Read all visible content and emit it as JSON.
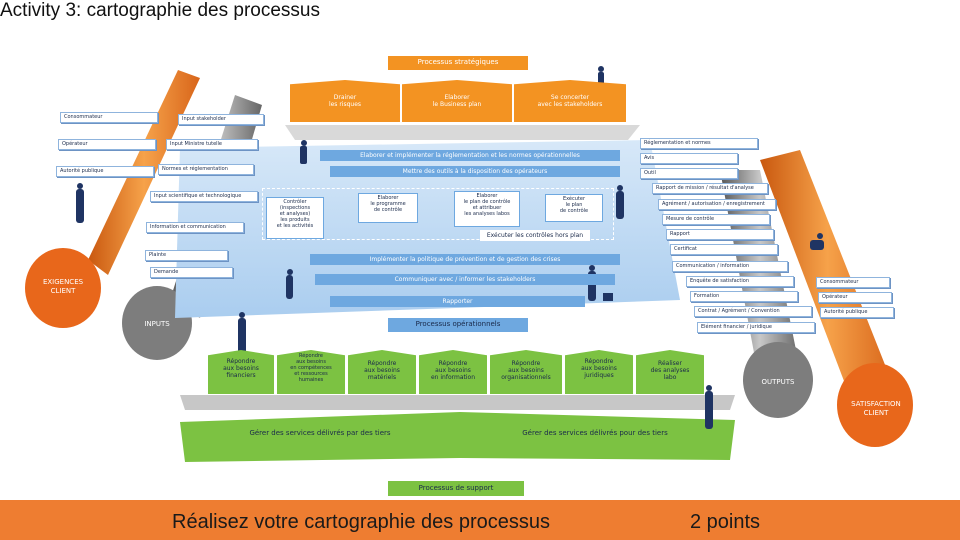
{
  "title": "Activity 3: cartographie des processus",
  "strategic": {
    "header": "Processus stratégiques",
    "items": [
      "Drainer\nles risques",
      "Elaborer\nle Business plan",
      "Se concerter\navec les stakeholders"
    ]
  },
  "inputs_left": [
    "Consommateur",
    "Opérateur",
    "Autorité publique"
  ],
  "inputs_mid": [
    "Input stakeholder",
    "Input Ministre tutelle",
    "Normes et réglementation",
    "Input scientifique et technologique",
    "Information et communication",
    "Plainte",
    "Demande"
  ],
  "operational": {
    "bars": [
      "Elaborer et implémenter la réglementation et les normes opérationnelles",
      "Mettre des outils à la disposition des opérateurs",
      "Implémenter la politique de prévention et de gestion des crises",
      "Communiquer avec / informer les stakeholders",
      "Rapporter"
    ],
    "control_main": "Contrôler\n(inspections\net analyses)\nles produits\net les activités",
    "control_steps": [
      "Elaborer\nle programme\nde contrôle",
      "Elaborer\nle plan de contrôle\net attribuer\nles analyses labos",
      "Exécuter\nle plan\nde contrôle"
    ],
    "hors_plan": "Exécuter les contrôles hors plan",
    "header": "Processus opérationnels"
  },
  "outputs_right": [
    "Réglementation et normes",
    "Avis",
    "Outil",
    "Rapport de mission / résultat d'analyse",
    "Agrément / autorisation / enregistrement",
    "Mesure de contrôle",
    "Rapport",
    "Certificat",
    "Communication / information",
    "Enquête de satisfaction",
    "Formation",
    "Contrat / Agrément / Convention",
    "Elément financier / juridique"
  ],
  "outputs_far": [
    "Consommateur",
    "Opérateur",
    "Autorité publique"
  ],
  "support": {
    "items": [
      "Répondre\naux besoins\nfinanciers",
      "Répondre\naux besoins\nen compétences\net ressources\nhumaines",
      "Répondre\naux besoins\nmatériels",
      "Répondre\naux besoins\nen information",
      "Répondre\naux besoins\norganisationnels",
      "Répondre\naux besoins\njuridiques",
      "Réaliser\ndes analyses\nlabo"
    ],
    "third_left": "Gérer des services délivrés par des tiers",
    "third_right": "Gérer des services délivrés pour des tiers",
    "header": "Processus de support"
  },
  "tags": {
    "exigences": "EXIGENCES\nCLIENT",
    "inputs": "INPUTS",
    "outputs": "OUTPUTS",
    "satisfaction": "SATISFACTION\nCLIENT"
  },
  "footer": {
    "text": "Réalisez votre cartographie des processus",
    "points": "2 points"
  },
  "colors": {
    "orange": "#ee7d31",
    "process_orange": "#f39322",
    "support_green": "#7cc242",
    "operational_blue": "#6ea8e0",
    "cylinder_grey": "#8a8a8a"
  }
}
